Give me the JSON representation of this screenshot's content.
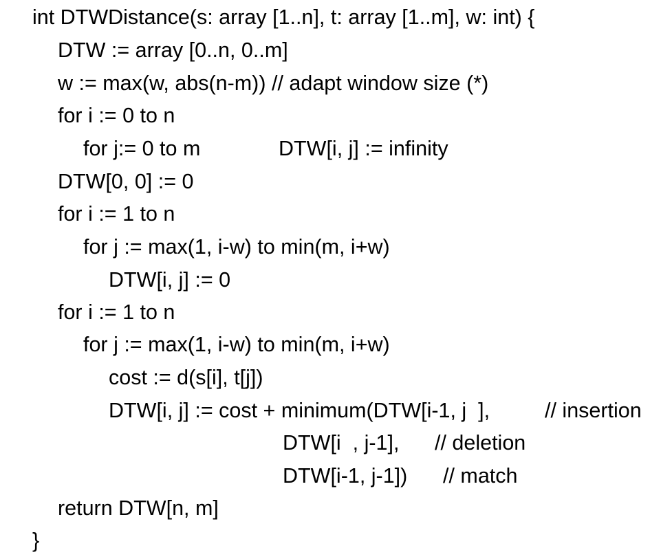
{
  "code": {
    "text_color": "#000000",
    "background_color": "#ffffff",
    "lines": [
      "int DTWDistance(s: array [1..n], t: array [1..m], w: int) {",
      "DTW := array [0..n, 0..m]",
      "w := max(w, abs(n-m)) // adapt window size (*)",
      "for i := 0 to n",
      "for j:= 0 to m",
      "DTW[i, j] := infinity",
      "DTW[0, 0] := 0",
      "for i := 1 to n",
      "for j := max(1, i-w) to min(m, i+w)",
      "DTW[i, j] := 0",
      "for i := 1 to n",
      "for j := max(1, i-w) to min(m, i+w)",
      "cost := d(s[i], t[j])",
      "DTW[i, j] := cost + minimum(DTW[i-1, j  ],",
      "// insertion",
      "DTW[i  , j-1],",
      "// deletion",
      "DTW[i-1, j-1])",
      "// match",
      "return DTW[n, m]",
      "}"
    ]
  }
}
